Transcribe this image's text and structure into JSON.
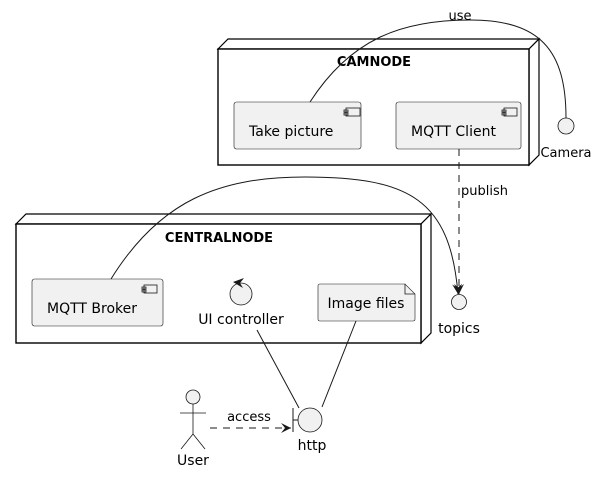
{
  "diagram": {
    "type": "deployment",
    "nodes": [
      {
        "id": "camnode",
        "title": "CAMNODE",
        "components": [
          "Take picture",
          "MQTT Client"
        ]
      },
      {
        "id": "centralnode",
        "title": "CENTRALNODE",
        "components": [
          "MQTT Broker",
          "UI controller",
          "Image files"
        ]
      }
    ],
    "elements": {
      "take_picture": {
        "label": "Take picture",
        "kind": "component"
      },
      "mqtt_client": {
        "label": "MQTT Client",
        "kind": "component"
      },
      "mqtt_broker": {
        "label": "MQTT Broker",
        "kind": "component"
      },
      "ui_controller": {
        "label": "UI controller",
        "kind": "control"
      },
      "image_files": {
        "label": "Image files",
        "kind": "file"
      },
      "camera": {
        "label": "Camera",
        "kind": "interface"
      },
      "topics": {
        "label": "topics",
        "kind": "interface"
      },
      "http": {
        "label": "http",
        "kind": "boundary"
      },
      "user": {
        "label": "User",
        "kind": "actor"
      }
    },
    "edges": [
      {
        "from": "Take picture",
        "to": "Camera",
        "label": "use",
        "style": "solid"
      },
      {
        "from": "MQTT Client",
        "to": "topics",
        "label": "publish",
        "style": "dashed",
        "arrow": true
      },
      {
        "from": "MQTT Broker",
        "to": "topics",
        "label": "",
        "style": "solid",
        "arrow": true
      },
      {
        "from": "UI controller",
        "to": "http",
        "label": "",
        "style": "solid"
      },
      {
        "from": "Image files",
        "to": "http",
        "label": "",
        "style": "solid"
      },
      {
        "from": "User",
        "to": "http",
        "label": "access",
        "style": "dashed",
        "arrow": true
      }
    ]
  }
}
